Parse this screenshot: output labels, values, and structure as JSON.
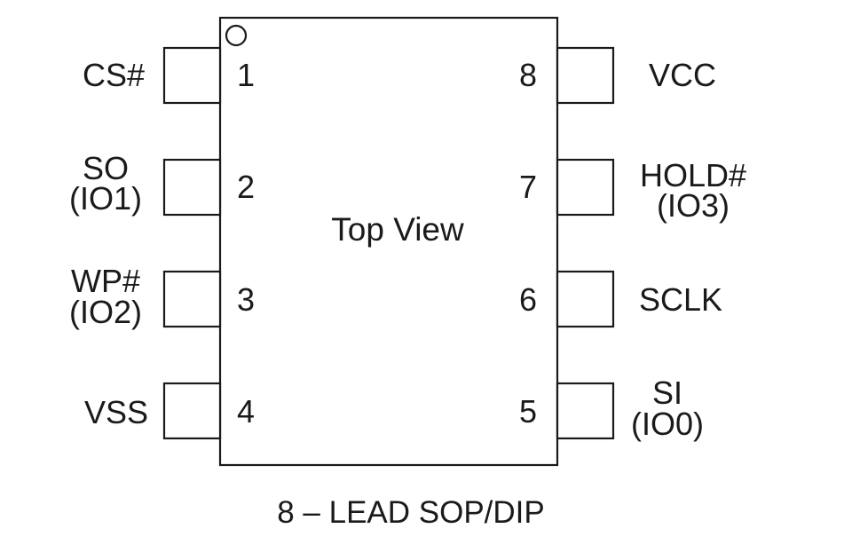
{
  "chip": {
    "center_label": "Top View",
    "caption": "8 – LEAD SOP/DIP"
  },
  "pins": {
    "left": [
      {
        "number": "1",
        "name": "CS#",
        "alt": ""
      },
      {
        "number": "2",
        "name": "SO",
        "alt": "(IO1)"
      },
      {
        "number": "3",
        "name": "WP#",
        "alt": "(IO2)"
      },
      {
        "number": "4",
        "name": "VSS",
        "alt": ""
      }
    ],
    "right": [
      {
        "number": "8",
        "name": "VCC",
        "alt": ""
      },
      {
        "number": "7",
        "name": "HOLD#",
        "alt": "(IO3)"
      },
      {
        "number": "6",
        "name": "SCLK",
        "alt": ""
      },
      {
        "number": "5",
        "name": "SI",
        "alt": "(IO0)"
      }
    ]
  },
  "colors": {
    "line": "#1a1a1a",
    "background": "#ffffff"
  }
}
